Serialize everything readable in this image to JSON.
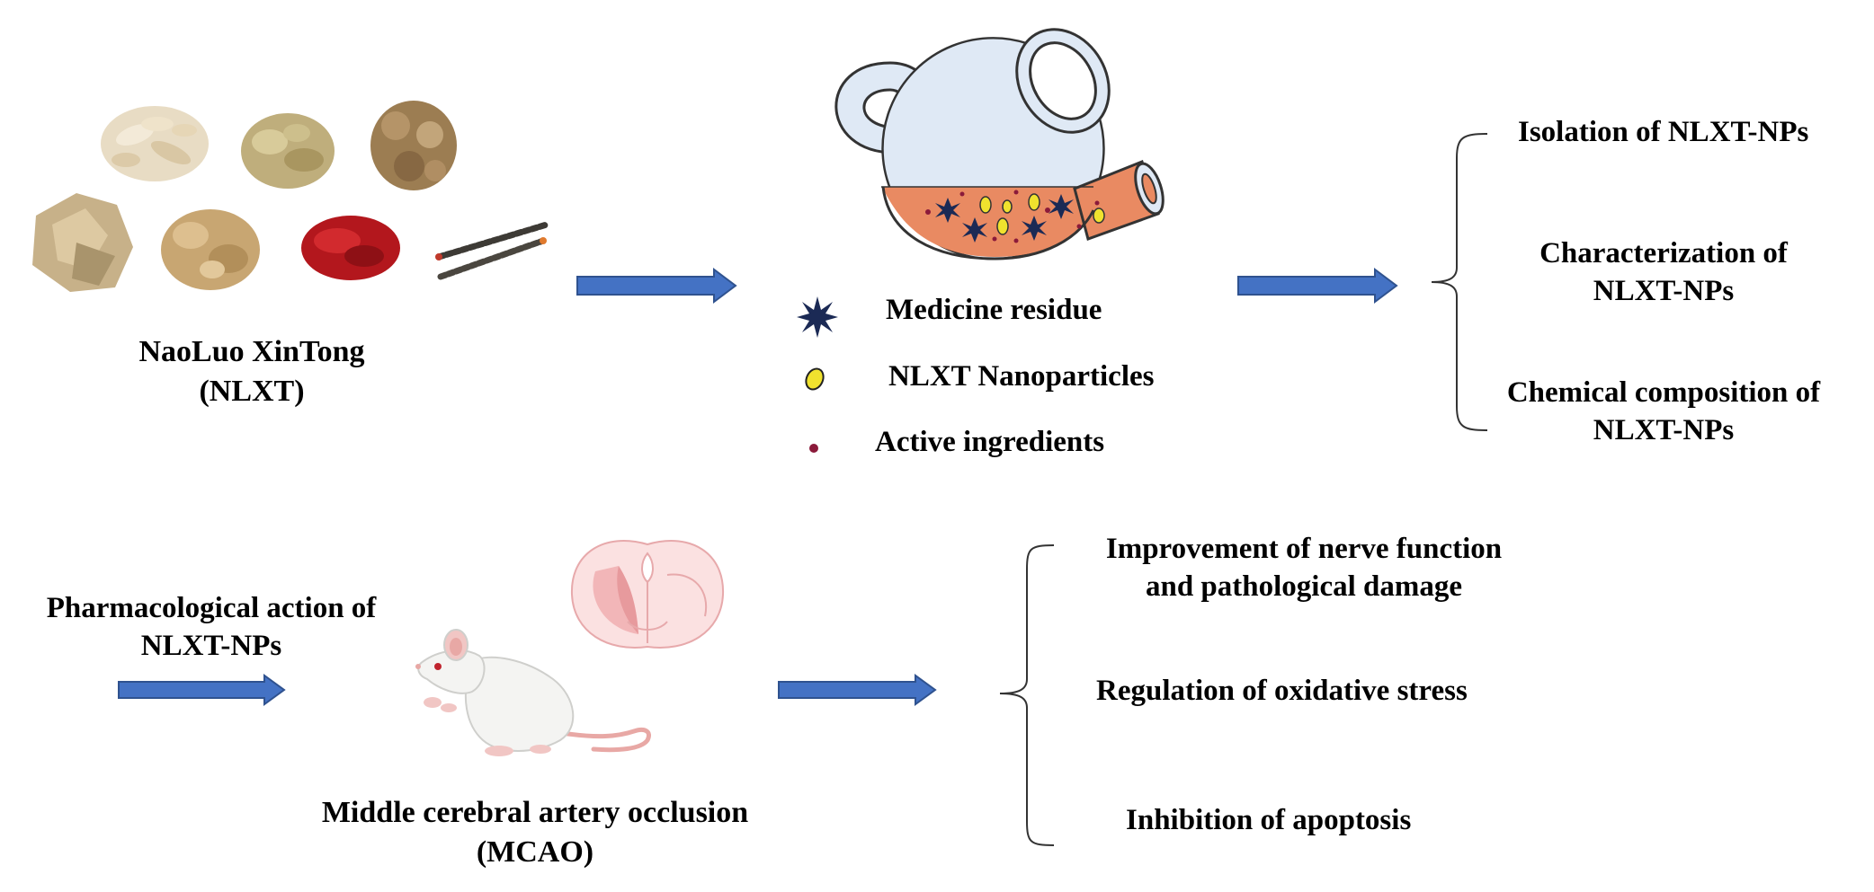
{
  "colors": {
    "arrow_fill": "#4472c4",
    "arrow_stroke": "#2f528f",
    "flask_fill": "#dfe9f5",
    "liquid": "#e98a62",
    "residue_star": "#1b2a55",
    "nanoparticle": "#f0e22e",
    "active_dot": "#8b1a3a",
    "herb_tan": "#c9ad86",
    "saffron": "#b3171d",
    "brain_pink": "#f2b6b8",
    "mouse_white": "#f4f4f2"
  },
  "herbs": {
    "name_line1": "NaoLuo XinTong",
    "name_line2": "(NLXT)",
    "items": [
      "herb-sliced-root-icon",
      "herb-ginseng-slices-icon",
      "herb-knobby-root-icon",
      "herb-dried-bark-icon",
      "herb-chuanxiong-icon",
      "saffron-icon",
      "worm-herb-icon"
    ]
  },
  "legend": {
    "items": [
      {
        "icon": "medicine-residue-star-icon",
        "label": "Medicine residue"
      },
      {
        "icon": "nanoparticle-ellipse-icon",
        "label": "NLXT Nanoparticles"
      },
      {
        "icon": "active-ingredient-dot-icon",
        "label": "Active ingredients"
      }
    ]
  },
  "outcomes_top": {
    "item1": "Isolation of NLXT-NPs",
    "item2_line1": "Characterization of",
    "item2_line2": "NLXT-NPs",
    "item3_line1": "Chemical composition of",
    "item3_line2": "NLXT-NPs"
  },
  "pharmacology": {
    "line1": "Pharmacological action of",
    "line2": "NLXT-NPs"
  },
  "model": {
    "line1": "Middle cerebral artery occlusion",
    "line2": "(MCAO)",
    "icons": [
      "brain-section-icon",
      "rat-icon"
    ]
  },
  "outcomes_bottom": {
    "item1_line1": "Improvement of nerve function",
    "item1_line2": "and pathological damage",
    "item2": "Regulation of oxidative stress",
    "item3": "Inhibition of apoptosis"
  }
}
